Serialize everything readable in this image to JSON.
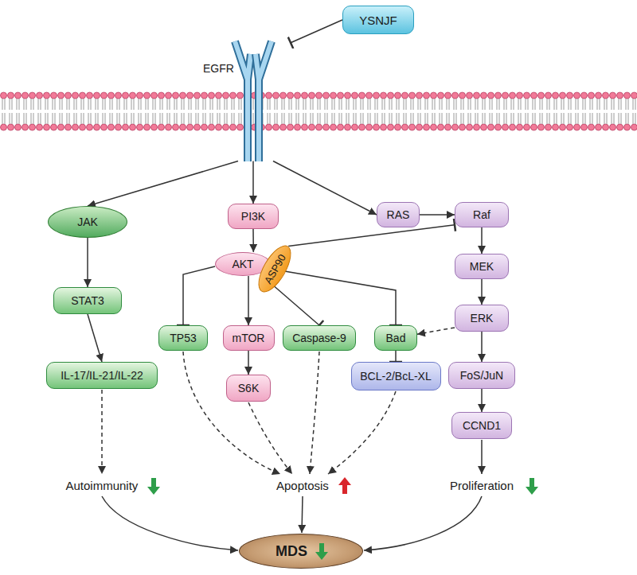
{
  "diagram": {
    "nodes": [
      {
        "text": [
          "YSNJF"
        ]
      },
      {
        "text": [
          "EGFR"
        ]
      },
      {
        "text": [
          "JAK"
        ]
      },
      {
        "text": [
          "PI3K"
        ]
      },
      {
        "text": [
          "RAS"
        ]
      },
      {
        "text": [
          "Raf"
        ]
      },
      {
        "text": [
          "AKT"
        ]
      },
      {
        "text": [
          "ASP90"
        ]
      },
      {
        "text": [
          "STAT3"
        ]
      },
      {
        "text": [
          "MEK"
        ]
      },
      {
        "text": [
          "TP53"
        ]
      },
      {
        "text": [
          "mTOR"
        ]
      },
      {
        "text": [
          "Caspase-9"
        ]
      },
      {
        "text": [
          "Bad"
        ]
      },
      {
        "text": [
          "ERK"
        ]
      },
      {
        "text": [
          "IL-17/IL-21/IL-22"
        ]
      },
      {
        "text": [
          "S6K"
        ]
      },
      {
        "text": [
          "BCL-2/BcL-XL"
        ]
      },
      {
        "text": [
          "FoS/JuN"
        ]
      },
      {
        "text": [
          "CCND1"
        ]
      },
      {
        "text": [
          "MDS"
        ]
      }
    ],
    "edges": [
      {
        "from": 0,
        "to": 1,
        "arrow": "to"
      },
      {
        "from": 1,
        "to": 2,
        "arrow": "to"
      },
      {
        "from": 1,
        "to": 3,
        "arrow": "to"
      },
      {
        "from": 1,
        "to": 4,
        "arrow": "to"
      },
      {
        "from": 4,
        "to": 5,
        "arrow": "to"
      },
      {
        "from": 2,
        "to": 8,
        "arrow": "to"
      },
      {
        "from": 8,
        "to": 15,
        "arrow": "to"
      },
      {
        "from": 3,
        "to": 6,
        "arrow": "to"
      },
      {
        "from": 6,
        "to": 10,
        "arrow": "to"
      },
      {
        "from": 6,
        "to": 11,
        "arrow": "to"
      },
      {
        "from": 6,
        "to": 12,
        "arrow": "to"
      },
      {
        "from": 6,
        "to": 13,
        "arrow": "to"
      },
      {
        "from": 7,
        "to": 5,
        "arrow": "to"
      },
      {
        "from": 5,
        "to": 9,
        "arrow": "to"
      },
      {
        "from": 9,
        "to": 14,
        "arrow": "to"
      },
      {
        "from": 14,
        "to": 13,
        "arrow": "to"
      },
      {
        "from": 14,
        "to": 18,
        "arrow": "to"
      },
      {
        "from": 18,
        "to": 19,
        "arrow": "to"
      },
      {
        "from": 11,
        "to": 16,
        "arrow": "to"
      },
      {
        "from": 13,
        "to": 17,
        "arrow": "to"
      }
    ],
    "labels": [
      "Autoimmunity",
      "Apoptosis",
      "Proliferation"
    ]
  }
}
